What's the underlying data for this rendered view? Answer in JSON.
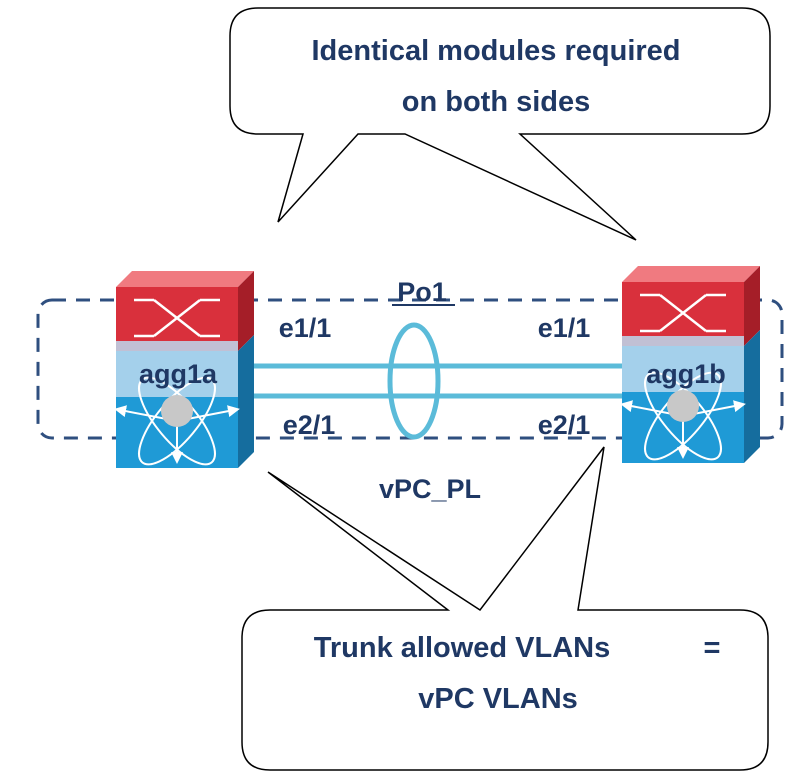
{
  "callout_top": {
    "line1": "Identical modules required",
    "line2": "on both sides"
  },
  "callout_bottom": {
    "line1_left": "Trunk allowed VLANs",
    "line1_right": "=",
    "line2": "vPC VLANs"
  },
  "switches": {
    "left": {
      "name": "agg1a",
      "port_top": "e1/1",
      "port_bottom": "e2/1"
    },
    "right": {
      "name": "agg1b",
      "port_top": "e1/1",
      "port_bottom": "e2/1"
    }
  },
  "port_channel": "Po1",
  "peer_link": "vPC_PL",
  "colors": {
    "text": "#1f3864",
    "link": "#5bbbd9",
    "switch_red": "#d9303c",
    "switch_blue": "#1f9ad6",
    "dashed_box": "#2f4f7f"
  }
}
